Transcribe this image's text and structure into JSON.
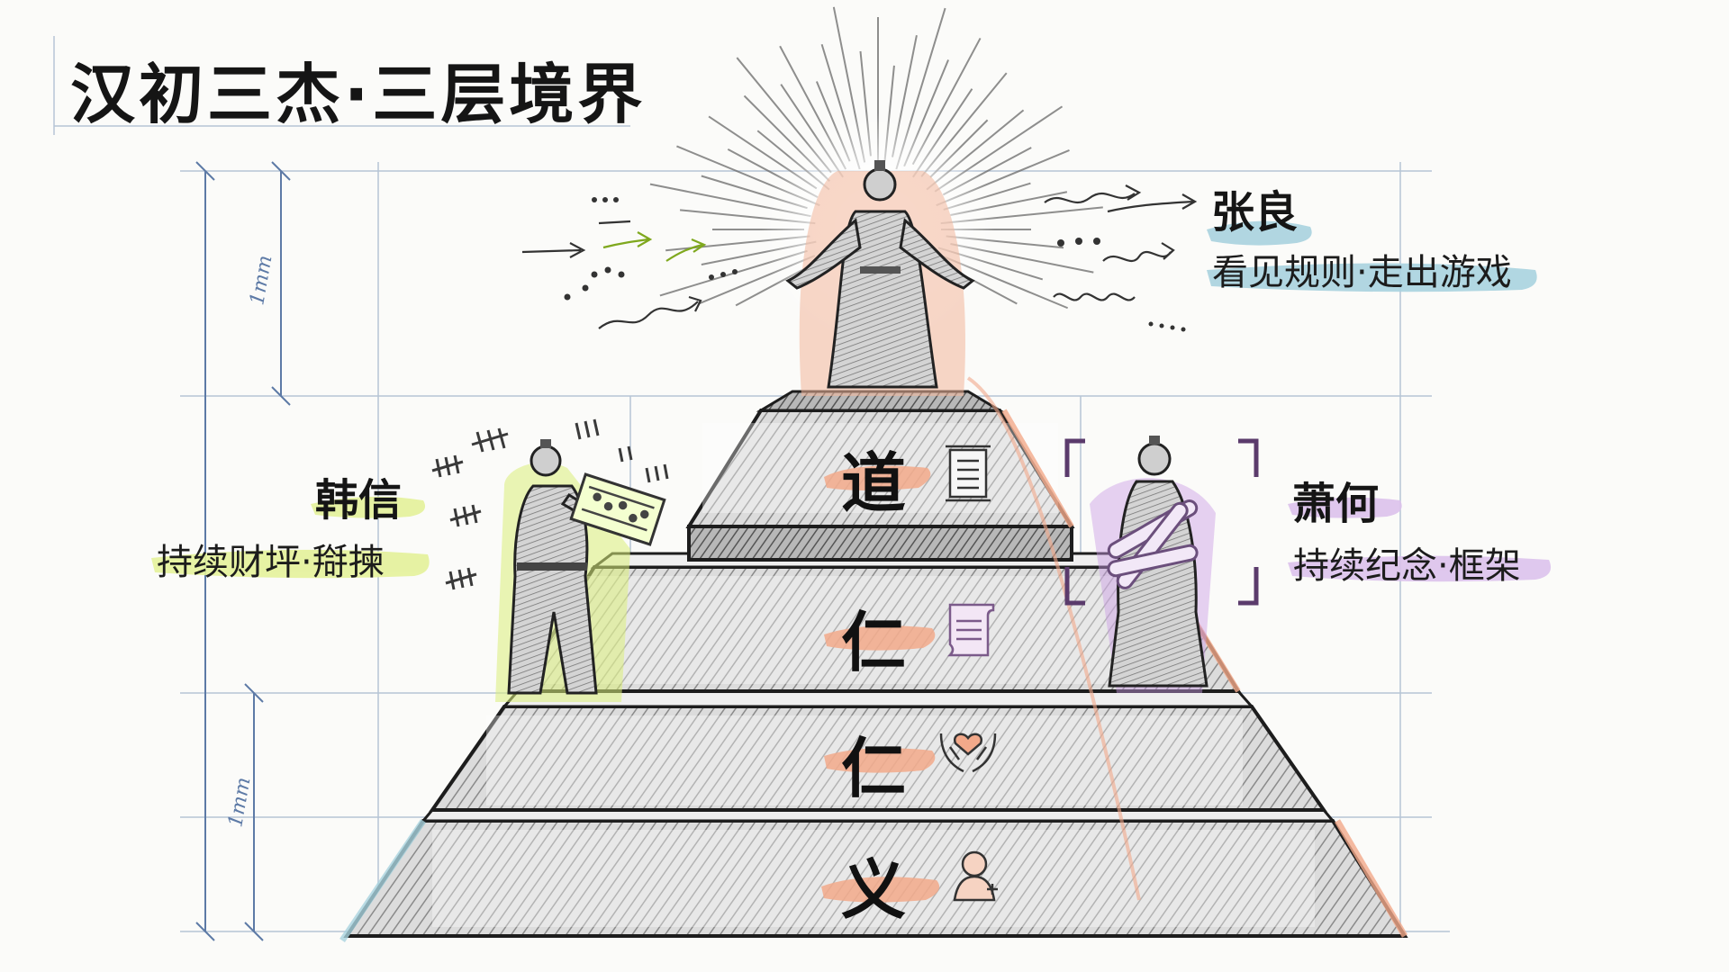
{
  "title": "汉初三杰·三层境界",
  "figures": [
    {
      "id": "zhangliang",
      "name": "张良",
      "desc": "看见规则·走出游戏",
      "highlight": "#b9dbe6",
      "glow": "#f2b79a"
    },
    {
      "id": "hanxin",
      "name": "韩信",
      "desc": "持续财坪·搿揀",
      "highlight": "#e4f29a",
      "glow": "#e3f06e"
    },
    {
      "id": "xiaohe",
      "name": "萧何",
      "desc": "持续纪念·框架",
      "highlight": "#dcc2ec",
      "glow": "#c89ae6"
    }
  ],
  "levels": [
    {
      "label": "道",
      "icon": "scroll-document-icon"
    },
    {
      "label": "仁",
      "icon": "scroll-icon"
    },
    {
      "label": "仁",
      "icon": "heart-hands-icon"
    },
    {
      "label": "义",
      "icon": "person-plus-icon"
    }
  ],
  "dimension_labels": [
    "1mm",
    "1mm"
  ],
  "colors": {
    "accent_orange": "#f2a98a",
    "accent_blue": "#a9d3df",
    "accent_green": "#dbef7a",
    "accent_purple": "#c99be4",
    "ink": "#151515"
  }
}
